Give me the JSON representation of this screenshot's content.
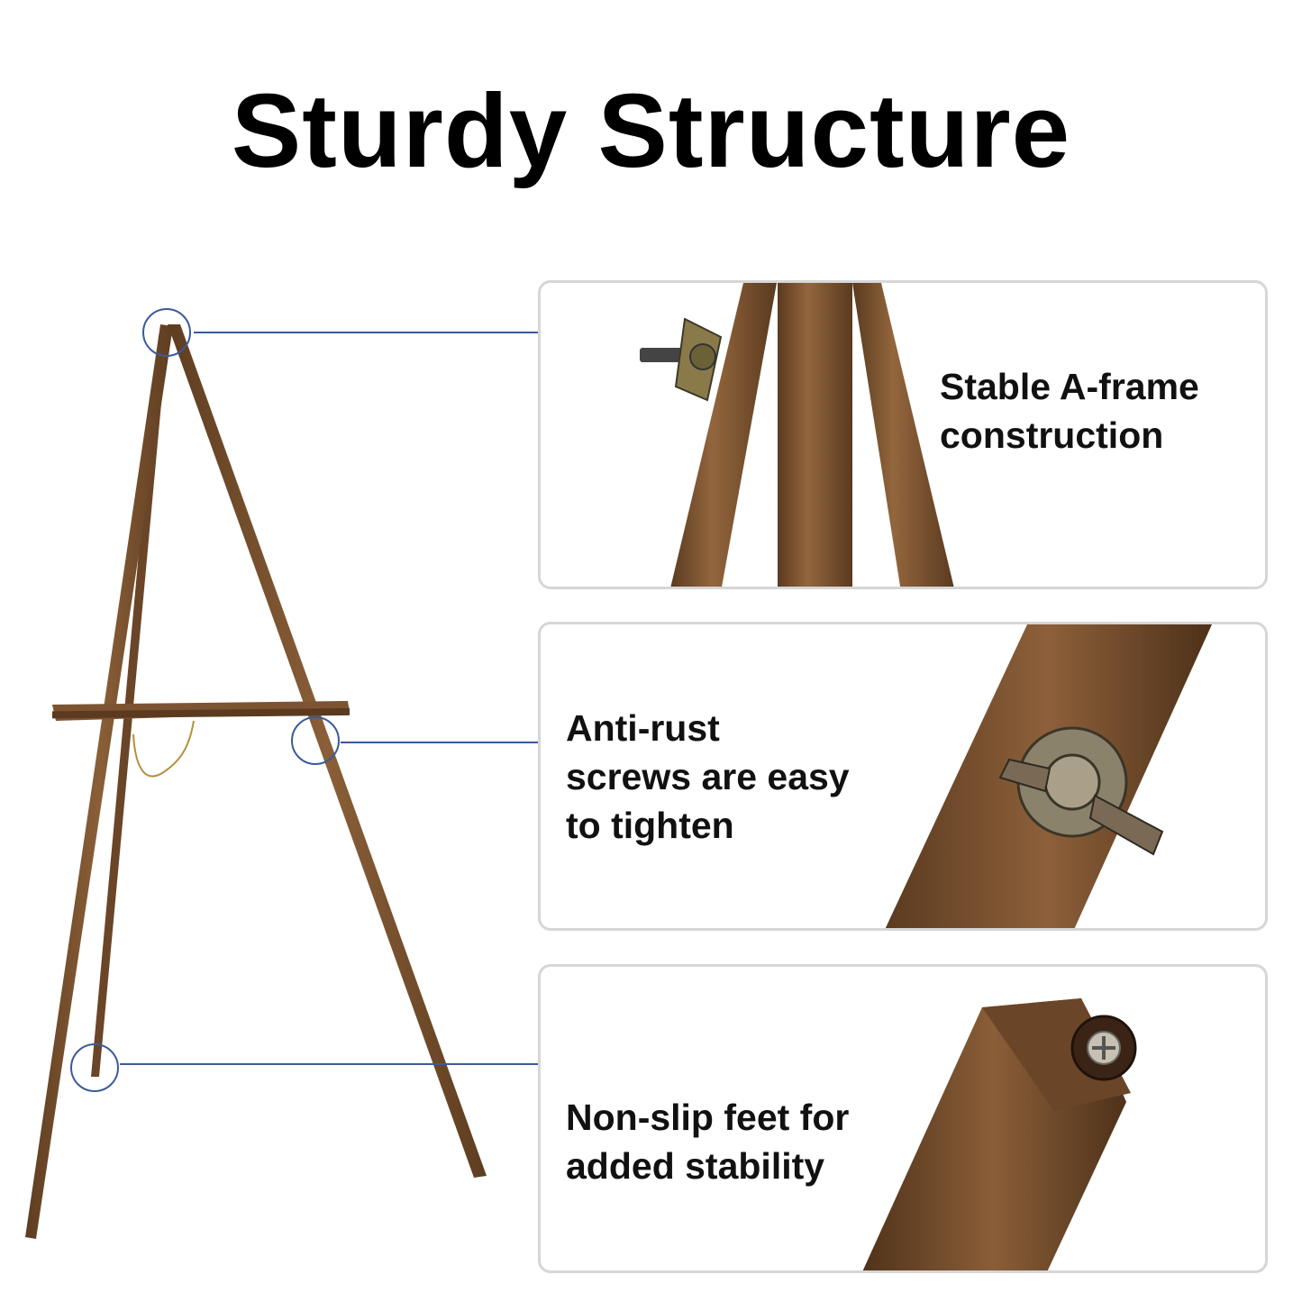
{
  "title": "Sturdy Structure",
  "features": [
    {
      "text": "Stable A-frame\nconstruction",
      "icon": "a-frame-joint-photo"
    },
    {
      "text": "Anti-rust\nscrews are easy\nto tighten",
      "icon": "wing-screw-photo"
    },
    {
      "text": "Non-slip feet for\nadded stability",
      "icon": "rubber-foot-photo"
    }
  ],
  "colors": {
    "wood": "#7a5230",
    "wood_dark": "#4e3219",
    "callout_line": "#3a5a9a",
    "panel_border": "#d6d6d6"
  }
}
